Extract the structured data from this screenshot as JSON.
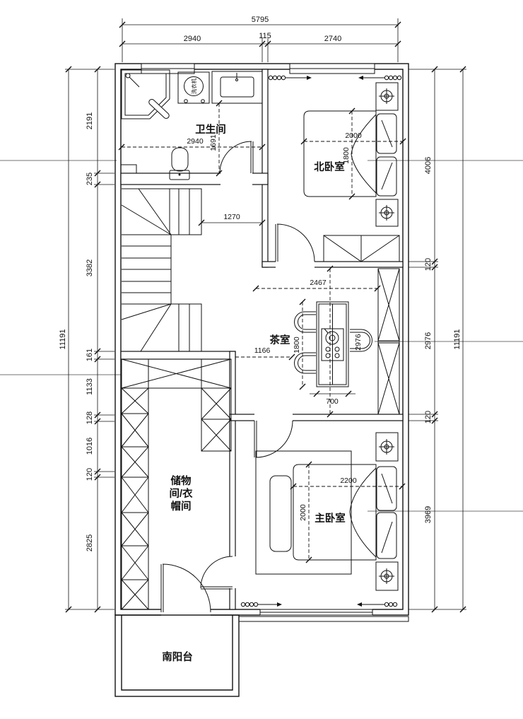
{
  "plan": {
    "rooms": {
      "bathroom": "卫生间",
      "north_bedroom": "北卧室",
      "tea_room": "茶室",
      "storage_line1": "储物",
      "storage_line2": "间/衣",
      "storage_line3": "帽间",
      "master_bedroom": "主卧室",
      "south_balcony": "南阳台",
      "washer": "洗衣机"
    },
    "dims": {
      "top_overall": "5795",
      "top_segments": [
        "2940",
        "115",
        "2740"
      ],
      "left_overall": "11191",
      "left_segments": [
        "2191",
        "235",
        "3382",
        "161",
        "1133",
        "128",
        "1016",
        "120",
        "2825"
      ],
      "right_overall": "11191",
      "right_segments": [
        "4006",
        "120",
        "2976",
        "120",
        "3969"
      ],
      "bathroom_width": "2940",
      "bathroom_depth": "1691",
      "north_bed_width": "2000",
      "north_bed_length": "1800",
      "stair_clearance": "1270",
      "tea_room_width": "2467",
      "tea_table_length": "1800",
      "tea_table_width": "700",
      "tea_room_depth": "2976",
      "tea_side_clearance": "1166",
      "master_bed_width": "2200",
      "master_bed_length": "2000"
    }
  }
}
